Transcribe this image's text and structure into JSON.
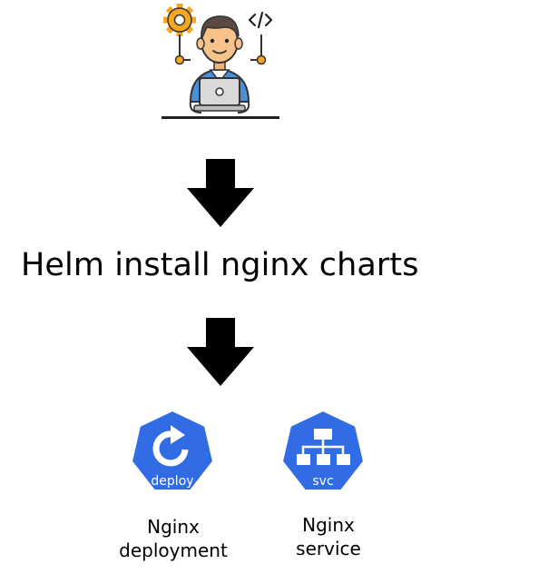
{
  "command": {
    "text": "Helm install nginx charts"
  },
  "icons": {
    "developer": "developer-with-laptop-icon",
    "arrow": "arrow-down-icon",
    "deployment": "kubernetes-deploy-icon",
    "service": "kubernetes-svc-icon"
  },
  "resources": [
    {
      "badge": "deploy",
      "label_line1": "Nginx",
      "label_line2": "deployment"
    },
    {
      "badge": "svc",
      "label_line1": "Nginx",
      "label_line2": "service"
    }
  ],
  "colors": {
    "kubernetes_blue": "#326ce5",
    "skin": "#f7c38a",
    "hair": "#5a4a42",
    "shirt": "#4a90d9",
    "gear": "#f5a623",
    "arrow": "#000000"
  }
}
